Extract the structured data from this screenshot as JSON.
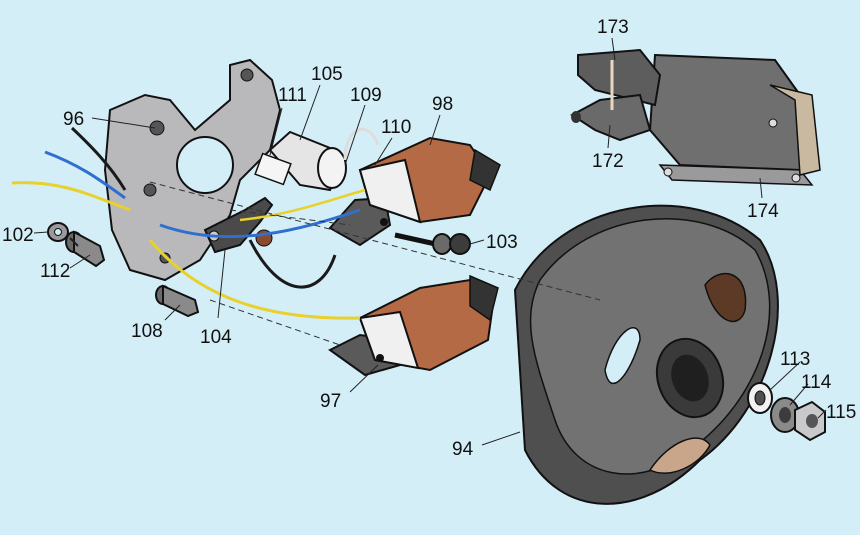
{
  "colors": {
    "background": "#d4eef8",
    "metal_dark": "#6f6f70",
    "metal_light": "#b9b9bb",
    "coil_copper": "#b46a44",
    "wire_yellow": "#e8d12a",
    "wire_blue": "#2f6fd0",
    "wire_black": "#1a1a1a"
  },
  "labels": {
    "p94": "94",
    "p96": "96",
    "p97": "97",
    "p98": "98",
    "p102": "102",
    "p103": "103",
    "p104": "104",
    "p105": "105",
    "p108": "108",
    "p109": "109",
    "p110": "110",
    "p111": "111",
    "p112": "112",
    "p113": "113",
    "p114": "114",
    "p115": "115",
    "p172": "172",
    "p173": "173",
    "p174": "174"
  }
}
